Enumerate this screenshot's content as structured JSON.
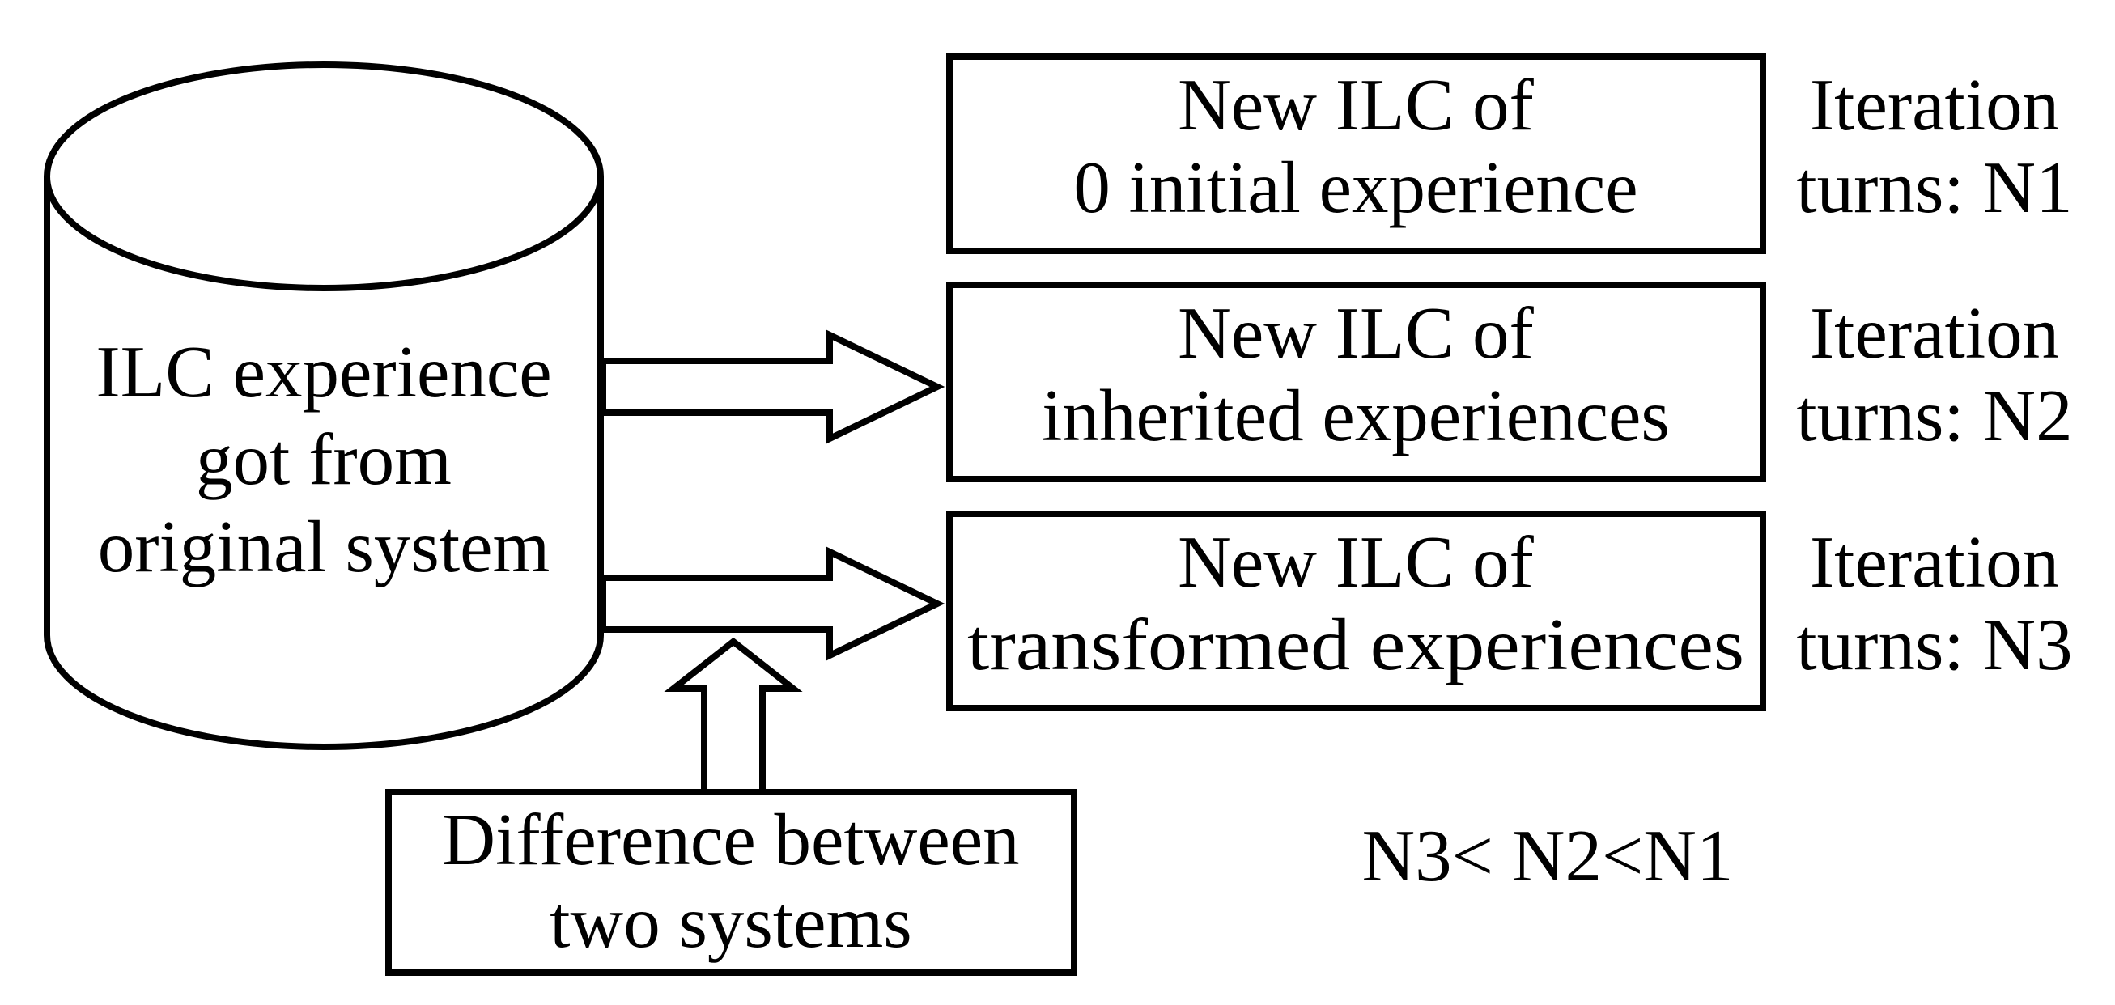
{
  "cylinder": {
    "lines": [
      "ILC experience",
      "got from",
      "original system"
    ]
  },
  "boxes": [
    {
      "lines": [
        "New ILC of",
        "0 initial experience"
      ],
      "note": [
        "Iteration",
        "turns: N1"
      ]
    },
    {
      "lines": [
        "New ILC of",
        "inherited experiences"
      ],
      "note": [
        "Iteration",
        "turns: N2"
      ]
    },
    {
      "lines": [
        "New ILC of",
        "transformed experiences"
      ],
      "note": [
        "Iteration",
        "turns: N3"
      ]
    }
  ],
  "difference_box": {
    "lines": [
      "Difference between",
      "two systems"
    ]
  },
  "relation": "N3< N2<N1",
  "colors": {
    "stroke": "#000000",
    "fill": "#ffffff"
  }
}
